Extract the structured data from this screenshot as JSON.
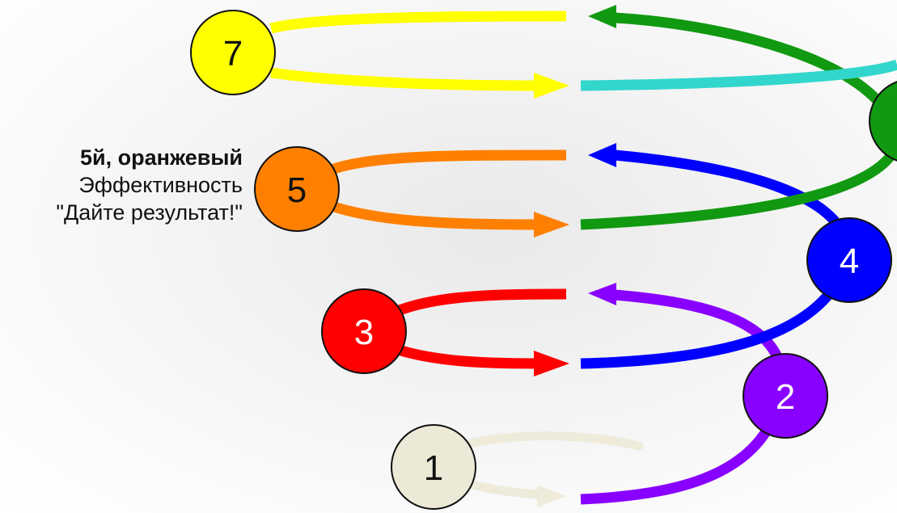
{
  "caption": {
    "title": "5й, оранжевый",
    "line1": "Эффективность",
    "line2": "\"Дайте результат!\""
  },
  "nodes": [
    {
      "id": "1",
      "label": "1",
      "color": "#ece9d6",
      "text_color": "#111111"
    },
    {
      "id": "2",
      "label": "2",
      "color": "#8800ff",
      "text_color": "#ffffff"
    },
    {
      "id": "3",
      "label": "3",
      "color": "#ff0000",
      "text_color": "#ffffff"
    },
    {
      "id": "4",
      "label": "4",
      "color": "#0000ff",
      "text_color": "#ffffff"
    },
    {
      "id": "5",
      "label": "5",
      "color": "#ff8000",
      "text_color": "#111111"
    },
    {
      "id": "6",
      "label": "",
      "color": "#119911",
      "text_color": "#ffffff"
    },
    {
      "id": "7",
      "label": "7",
      "color": "#ffff00",
      "text_color": "#111111"
    }
  ],
  "colors": {
    "beige": "#ece9d6",
    "purple": "#8800ff",
    "red": "#ff0000",
    "blue": "#0000ff",
    "orange": "#ff8000",
    "green": "#119911",
    "yellow": "#ffff00",
    "turquoise": "#33d6cc"
  }
}
